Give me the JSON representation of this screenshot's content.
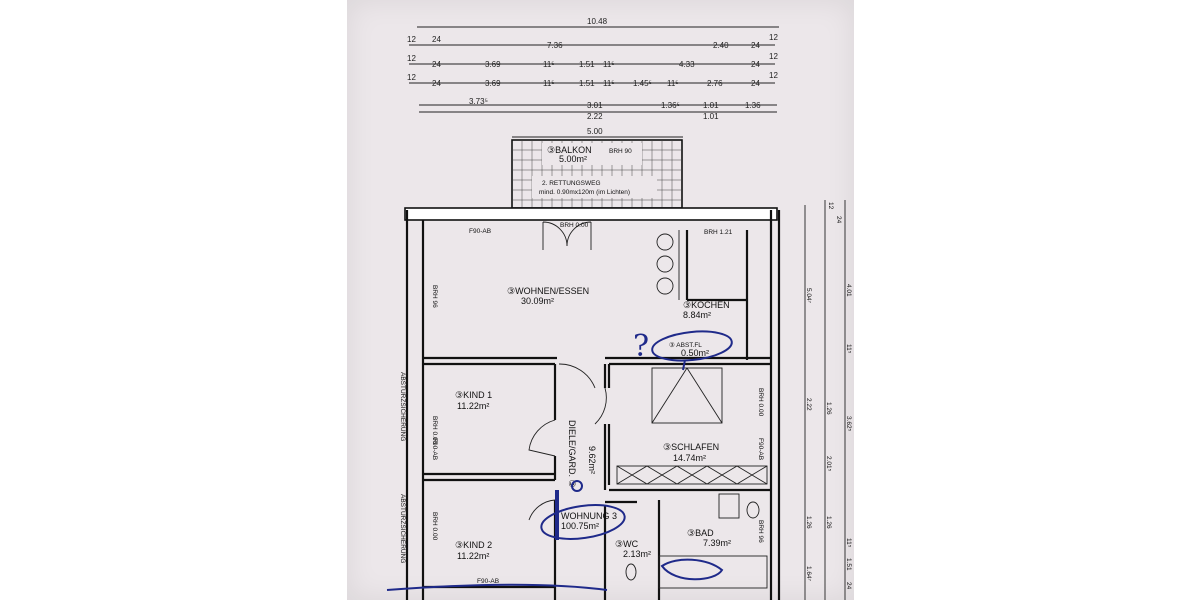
{
  "dimensions": {
    "top_total": "10.48",
    "row2": [
      "12",
      "24",
      "7.36",
      "2.40",
      "24",
      "12"
    ],
    "row3": [
      "12",
      "24",
      "3.69",
      "11⁵",
      "1.51",
      "11⁵",
      "4.33",
      "24",
      "12"
    ],
    "row4": [
      "12",
      "24",
      "3.69",
      "11⁵",
      "1.51",
      "11⁵",
      "1.45⁵",
      "11⁵",
      "2.76",
      "24",
      "12"
    ],
    "row5": [
      "3.73⁵",
      "3.01",
      "1.36⁵",
      "1.01",
      "1.36"
    ],
    "row6": [
      "2.22",
      "1.01"
    ],
    "balcony_width": "5.00",
    "right_outer": [
      "12",
      "24",
      "4.01",
      "11⁵",
      "3.62⁵",
      "11⁵",
      "1.51",
      "24"
    ],
    "right_inner": [
      "5.04⁷",
      "2.22",
      "1.26",
      "2.01⁵",
      "1.26",
      "1.26",
      "1.64⁷"
    ]
  },
  "rooms": {
    "balkon": {
      "name": "③BALKON",
      "area": "5.00m²",
      "brh": "BRH 90",
      "note1": "2. RETTUNGSWEG",
      "note2": "mind. 0.90mx120m (im Lichten)"
    },
    "wohnen": {
      "name": "③WOHNEN/ESSEN",
      "area": "30.09m²"
    },
    "kochen": {
      "name": "③KOCHEN",
      "area": "8.84m²"
    },
    "abst": {
      "name": "③ ABST.FL",
      "area": "0.50m²"
    },
    "kind1": {
      "name": "③KIND 1",
      "area": "11.22m²"
    },
    "kind2": {
      "name": "③KIND 2",
      "area": "11.22m²"
    },
    "diele": {
      "name": "DIELE/GARD. ③",
      "area": "9.62m²"
    },
    "schlafen": {
      "name": "③SCHLAFEN",
      "area": "14.74m²"
    },
    "wohnung": {
      "name": "WOHNUNG 3",
      "area": "100.75m²"
    },
    "wc": {
      "name": "③WC",
      "area": "2.13m²"
    },
    "bad": {
      "name": "③BAD",
      "area": "7.39m²"
    }
  },
  "annotations": {
    "brh000": "BRH 0.00",
    "brh121": "BRH 1.21",
    "brh96": "BRH 96",
    "f90ab": "F90-AB",
    "absturz": "ABSTURZSICHERUNG",
    "brh000_v": "BRH 0.00",
    "question": "?"
  }
}
